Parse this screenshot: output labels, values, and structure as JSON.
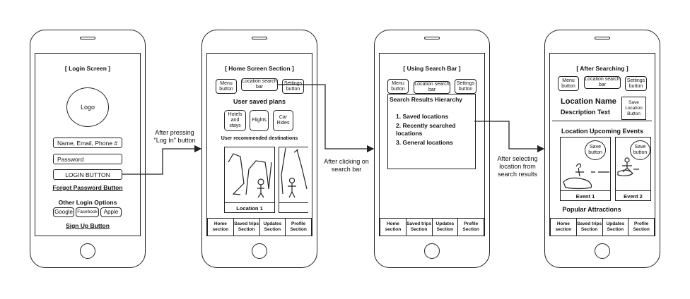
{
  "screens": {
    "login": {
      "title": "[ Login Screen ]",
      "logo": "Logo",
      "name_field": "Name, Email, Phone #",
      "password_field": "Password",
      "login_button": "LOGIN BUTTON",
      "forgot_password": "Forgot Password Button",
      "other_options": "Other Login Options",
      "google": "Google",
      "facebook": "Facebook",
      "apple": "Apple",
      "sign_up": "Sign Up Button"
    },
    "home": {
      "title": "[ Home Screen Section ]",
      "menu_button": "Menu button",
      "location_search_bar": "Location search bar",
      "settings_button": "Settings button",
      "saved_plans_heading": "User saved plans",
      "plans": [
        "Hotels and stays",
        "Flights",
        "Car Rides"
      ],
      "recommended_heading": "User recommended destinations",
      "card_label": "Location 1"
    },
    "search": {
      "title": "[ Using Search Bar ]",
      "menu_button": "Menu button",
      "location_search_bar": "Location search bar",
      "settings_button": "Settings button",
      "results_heading": "Search Results Hierarchy",
      "results": [
        "Saved locations",
        "Recently searched locations",
        "General locations"
      ]
    },
    "after": {
      "title": "[ After Searching ]",
      "menu_button": "Menu button",
      "location_search_bar": "Location search bar",
      "settings_button": "Settings button",
      "location_name": "Location Name",
      "description": "Description Text",
      "save_location": "Save Location Button",
      "events_heading": "Location Upcoming Events",
      "save_button": "Save button",
      "events": [
        "Event 1",
        "Event 2"
      ],
      "attractions_heading": "Popular Attractions"
    }
  },
  "nav": [
    "Home section",
    "Saved trips Section",
    "Updates Section",
    "Profile Section"
  ],
  "transitions": {
    "t1": "After pressing \"Log In\" button",
    "t2": "After clicking on search bar",
    "t3": "After selecting location from search results"
  }
}
